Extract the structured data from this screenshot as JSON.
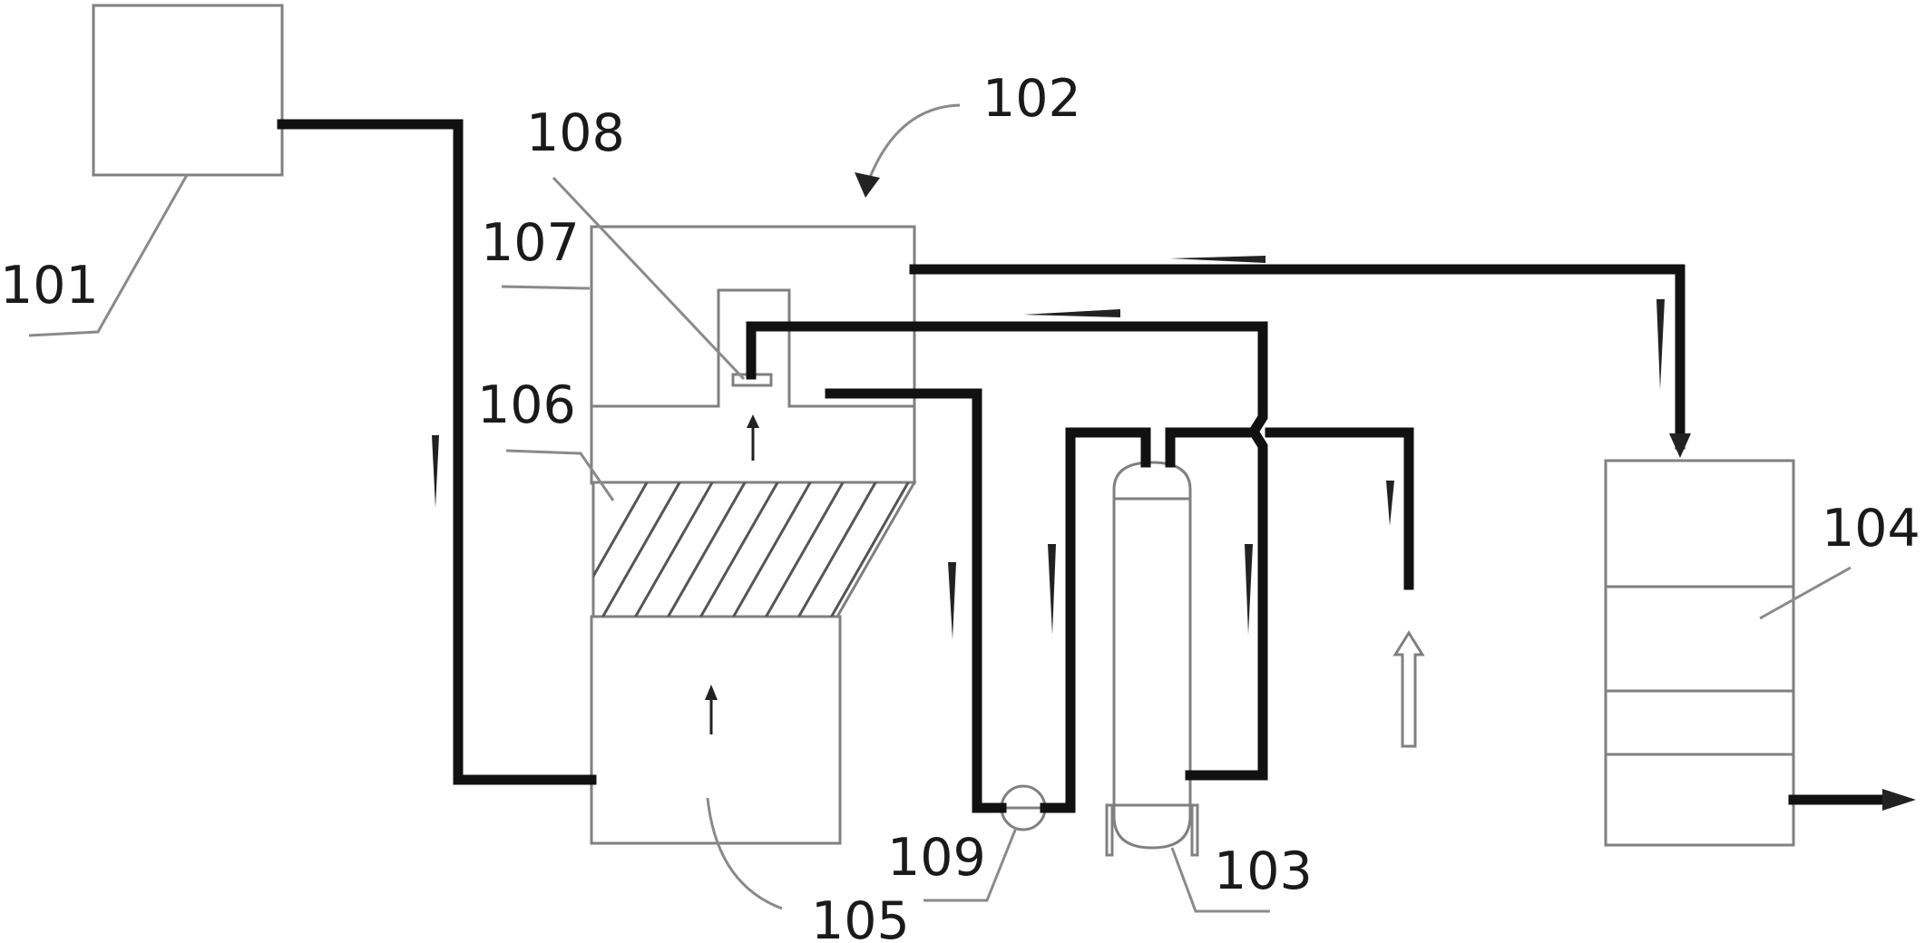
{
  "labels": {
    "l101": "101",
    "l102": "102",
    "l103": "103",
    "l104": "104",
    "l105": "105",
    "l106": "106",
    "l107": "107",
    "l108": "108",
    "l109": "109"
  },
  "colors": {
    "pipe": "#111111",
    "outline": "#808080",
    "background": "#ffffff"
  }
}
